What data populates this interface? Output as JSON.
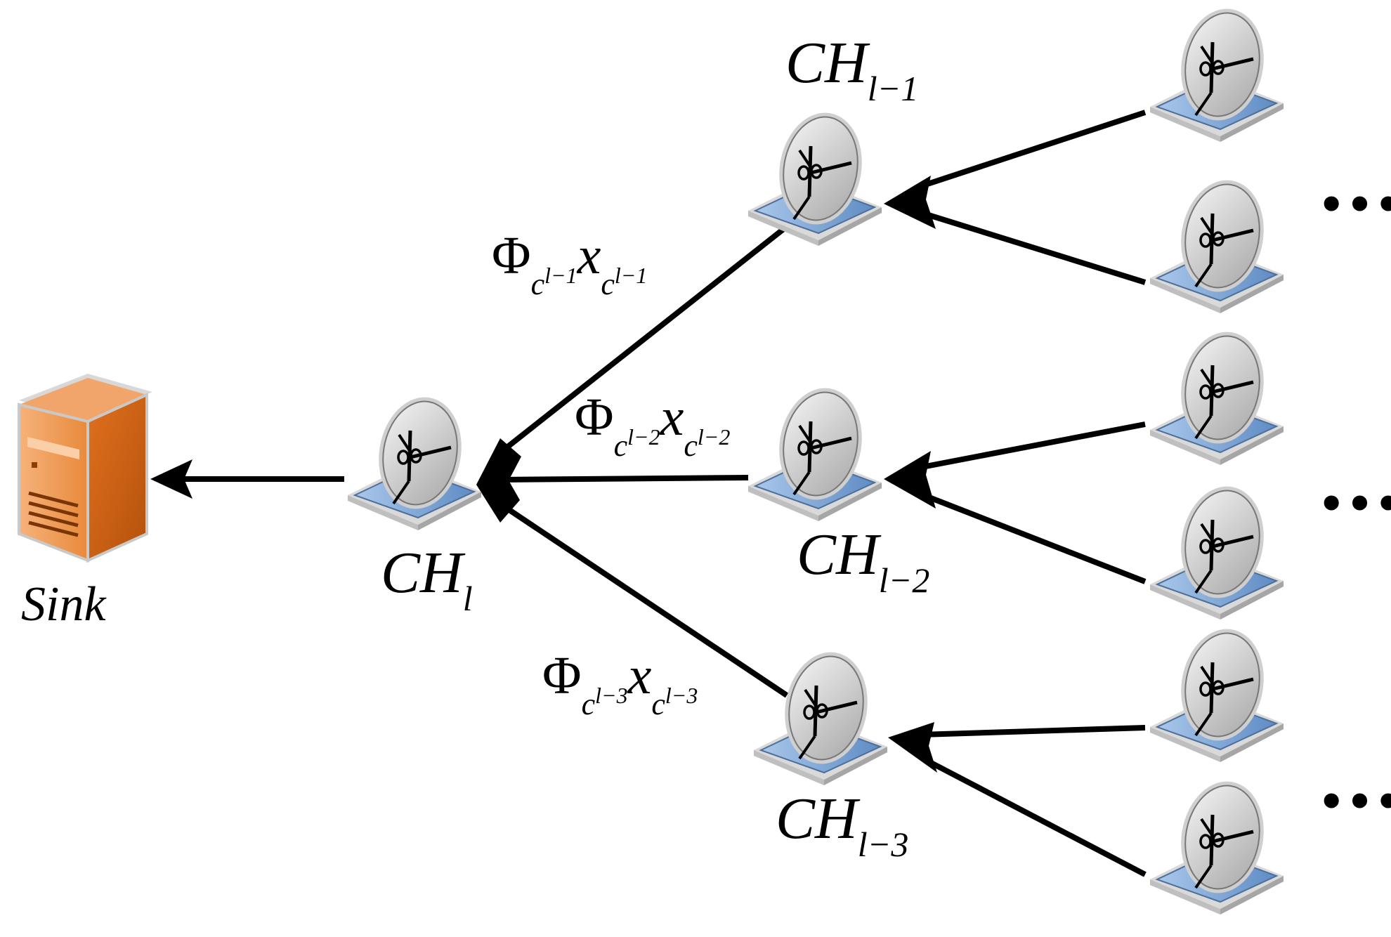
{
  "sink": {
    "label": "Sink"
  },
  "nodes": {
    "ch_l": {
      "main": "CH",
      "sub": "l"
    },
    "ch_l1": {
      "main": "CH",
      "sub": "l−1"
    },
    "ch_l2": {
      "main": "CH",
      "sub": "l−2"
    },
    "ch_l3": {
      "main": "CH",
      "sub": "l−3"
    }
  },
  "edges": {
    "e1": {
      "phi": "Φ",
      "x": "x",
      "c": "c",
      "sub": "l−1"
    },
    "e2": {
      "phi": "Φ",
      "x": "x",
      "c": "c",
      "sub": "l−2"
    },
    "e3": {
      "phi": "Φ",
      "x": "x",
      "c": "c",
      "sub": "l−3"
    }
  },
  "ellipsis": "•••",
  "icons": {
    "sink": "server-icon",
    "node": "satellite-dish-icon"
  },
  "colors": {
    "server": "#e07020",
    "dish": "#d8d8d8",
    "base": "#7fa7d6",
    "line": "#000000"
  }
}
